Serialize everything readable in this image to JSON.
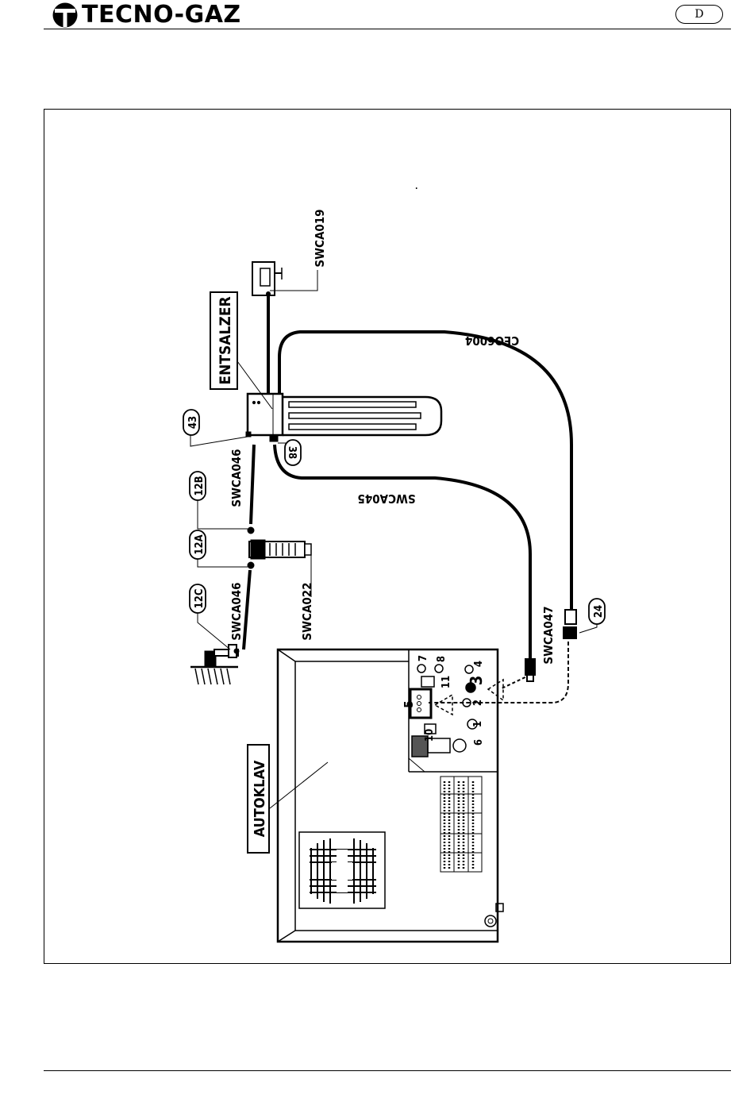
{
  "header": {
    "brand": "TECNO-GAZ",
    "language_badge": "D"
  },
  "diagram": {
    "labels": {
      "entsalzer": "ENTSALZER",
      "autoklav": "AUTOKLAV",
      "swca019": "SWCA019",
      "ceo6004": "CEO6004",
      "swca045": "SWCA045",
      "swca046_top": "SWCA046",
      "swca046_bottom": "SWCA046",
      "swca022": "SWCA022",
      "swca047": "SWCA047"
    },
    "callouts": {
      "c43": "43",
      "c38": "38",
      "c12b": "12B",
      "c12a": "12A",
      "c12c": "12C",
      "c24": "24"
    },
    "panel_numbers": {
      "n1": "1",
      "n2": "2",
      "n3": "3",
      "n4": "4",
      "n5": "5",
      "n6": "6",
      "n7": "7",
      "n8": "8",
      "n10": "10",
      "n11": "11"
    },
    "dot_mark": "."
  }
}
